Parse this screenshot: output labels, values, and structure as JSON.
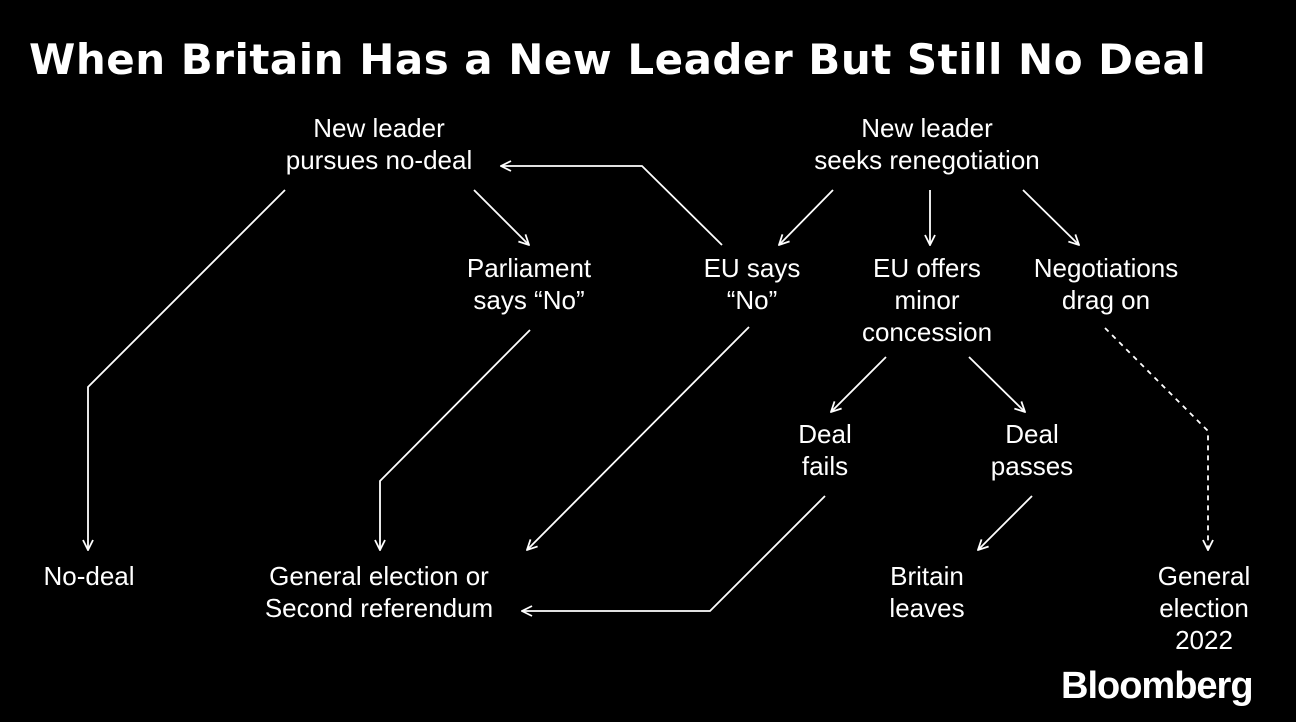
{
  "title": "When Britain Has a New Leader But Still No Deal",
  "nodes": {
    "new_leader_no_deal": [
      "New leader",
      "pursues no-deal"
    ],
    "new_leader_renegotiation": [
      "New leader",
      "seeks renegotiation"
    ],
    "parliament_says_no": [
      "Parliament",
      "says “No”"
    ],
    "eu_says_no": [
      "EU says",
      "“No”"
    ],
    "eu_offers_concession": [
      "EU offers",
      "minor",
      "concession"
    ],
    "negotiations_drag_on": [
      "Negotiations",
      "drag on"
    ],
    "deal_fails": [
      "Deal",
      "fails"
    ],
    "deal_passes": [
      "Deal",
      "passes"
    ],
    "no_deal": [
      "No-deal"
    ],
    "general_election_or_referendum": [
      "General election or",
      "Second referendum"
    ],
    "britain_leaves": [
      "Britain",
      "leaves"
    ],
    "general_election_2022": [
      "General",
      "election",
      "2022"
    ]
  },
  "edges": [
    {
      "from": "new_leader_no_deal",
      "to": "no_deal",
      "style": "solid"
    },
    {
      "from": "new_leader_no_deal",
      "to": "parliament_says_no",
      "style": "solid"
    },
    {
      "from": "eu_says_no",
      "to": "new_leader_no_deal",
      "style": "solid"
    },
    {
      "from": "new_leader_renegotiation",
      "to": "eu_says_no",
      "style": "solid"
    },
    {
      "from": "new_leader_renegotiation",
      "to": "eu_offers_concession",
      "style": "solid"
    },
    {
      "from": "new_leader_renegotiation",
      "to": "negotiations_drag_on",
      "style": "solid"
    },
    {
      "from": "parliament_says_no",
      "to": "general_election_or_referendum",
      "style": "solid"
    },
    {
      "from": "eu_says_no",
      "to": "general_election_or_referendum",
      "style": "solid"
    },
    {
      "from": "eu_offers_concession",
      "to": "deal_fails",
      "style": "solid"
    },
    {
      "from": "eu_offers_concession",
      "to": "deal_passes",
      "style": "solid"
    },
    {
      "from": "deal_fails",
      "to": "general_election_or_referendum",
      "style": "solid"
    },
    {
      "from": "deal_passes",
      "to": "britain_leaves",
      "style": "solid"
    },
    {
      "from": "negotiations_drag_on",
      "to": "general_election_2022",
      "style": "dashed"
    }
  ],
  "branding": {
    "logo_text": "Bloomberg"
  },
  "colors": {
    "background": "#000000",
    "foreground": "#ffffff"
  }
}
